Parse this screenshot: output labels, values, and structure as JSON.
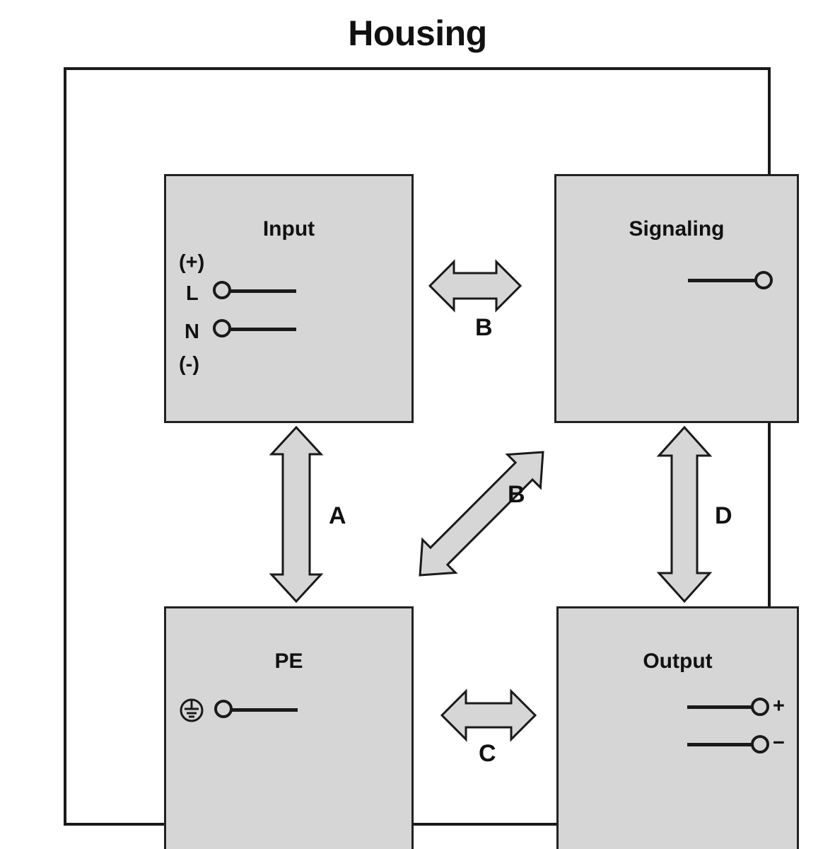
{
  "diagram": {
    "title": "Housing",
    "frame_name": "housing-frame",
    "fill_color": "#d6d6d6",
    "stroke_color": "#1a1a1a",
    "background_color": "#ffffff"
  },
  "blocks": [
    {
      "id": "input",
      "title": "Input",
      "terminals": [
        {
          "label": "(+)",
          "type": "polarity-marker"
        },
        {
          "label": "L",
          "type": "terminal"
        },
        {
          "label": "N",
          "type": "terminal"
        },
        {
          "label": "(-)",
          "type": "polarity-marker"
        }
      ]
    },
    {
      "id": "signaling",
      "title": "Signaling",
      "terminals": [
        {
          "label": "",
          "type": "terminal"
        }
      ]
    },
    {
      "id": "pe",
      "title": "PE",
      "terminals": [
        {
          "label": "",
          "type": "earth-terminal",
          "icon": "protective-earth-icon"
        }
      ]
    },
    {
      "id": "output",
      "title": "Output",
      "terminals": [
        {
          "label": "+",
          "type": "terminal"
        },
        {
          "label": "−",
          "type": "terminal"
        }
      ]
    }
  ],
  "arrows": [
    {
      "id": "b-top",
      "label": "B",
      "orientation": "horizontal",
      "from": "input",
      "to": "signaling"
    },
    {
      "id": "a",
      "label": "A",
      "orientation": "vertical",
      "from": "input",
      "to": "pe"
    },
    {
      "id": "b-diag",
      "label": "B",
      "orientation": "diagonal",
      "from": "input",
      "to": "output"
    },
    {
      "id": "d",
      "label": "D",
      "orientation": "vertical",
      "from": "signaling",
      "to": "output"
    },
    {
      "id": "c",
      "label": "C",
      "orientation": "horizontal",
      "from": "pe",
      "to": "output"
    }
  ]
}
